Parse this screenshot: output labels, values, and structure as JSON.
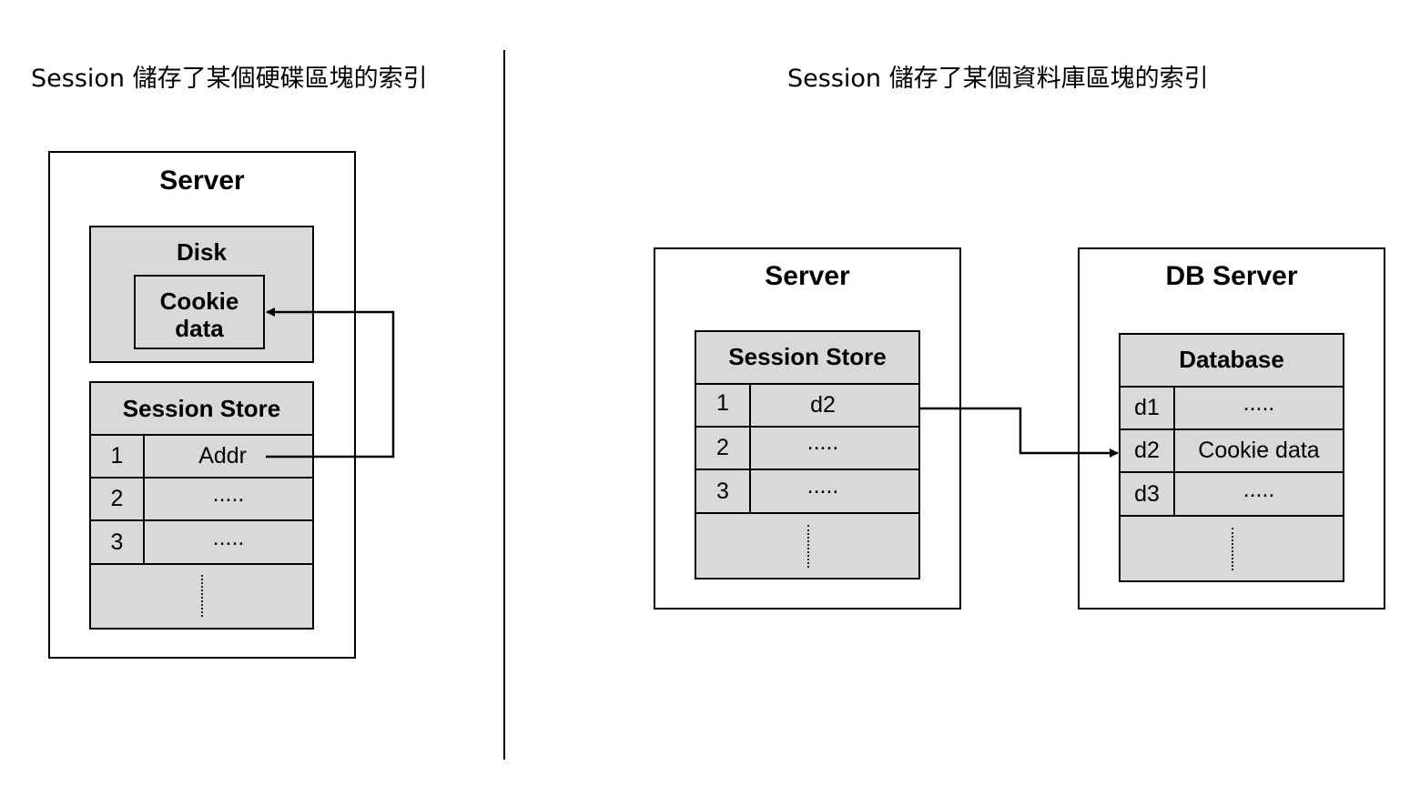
{
  "left": {
    "heading": "Session 儲存了某個硬碟區塊的索引",
    "server_title": "Server",
    "disk": {
      "title": "Disk",
      "cookie_line1": "Cookie",
      "cookie_line2": "data"
    },
    "session_store": {
      "title": "Session Store",
      "rows": [
        {
          "index": "1",
          "value": "Addr"
        },
        {
          "index": "2",
          "value": "....."
        },
        {
          "index": "3",
          "value": "....."
        }
      ]
    }
  },
  "right": {
    "heading": "Session 儲存了某個資料庫區塊的索引",
    "server": {
      "title": "Server",
      "session_store": {
        "title": "Session Store",
        "rows": [
          {
            "index": "1",
            "value": "d2"
          },
          {
            "index": "2",
            "value": "....."
          },
          {
            "index": "3",
            "value": "....."
          }
        ]
      }
    },
    "db_server": {
      "title": "DB Server",
      "database": {
        "title": "Database",
        "rows": [
          {
            "index": "d1",
            "value": "....."
          },
          {
            "index": "d2",
            "value": "Cookie data"
          },
          {
            "index": "d3",
            "value": "....."
          }
        ]
      }
    }
  },
  "colors": {
    "box_fill": "#d9d9d9",
    "stroke": "#000000",
    "background": "#ffffff"
  }
}
